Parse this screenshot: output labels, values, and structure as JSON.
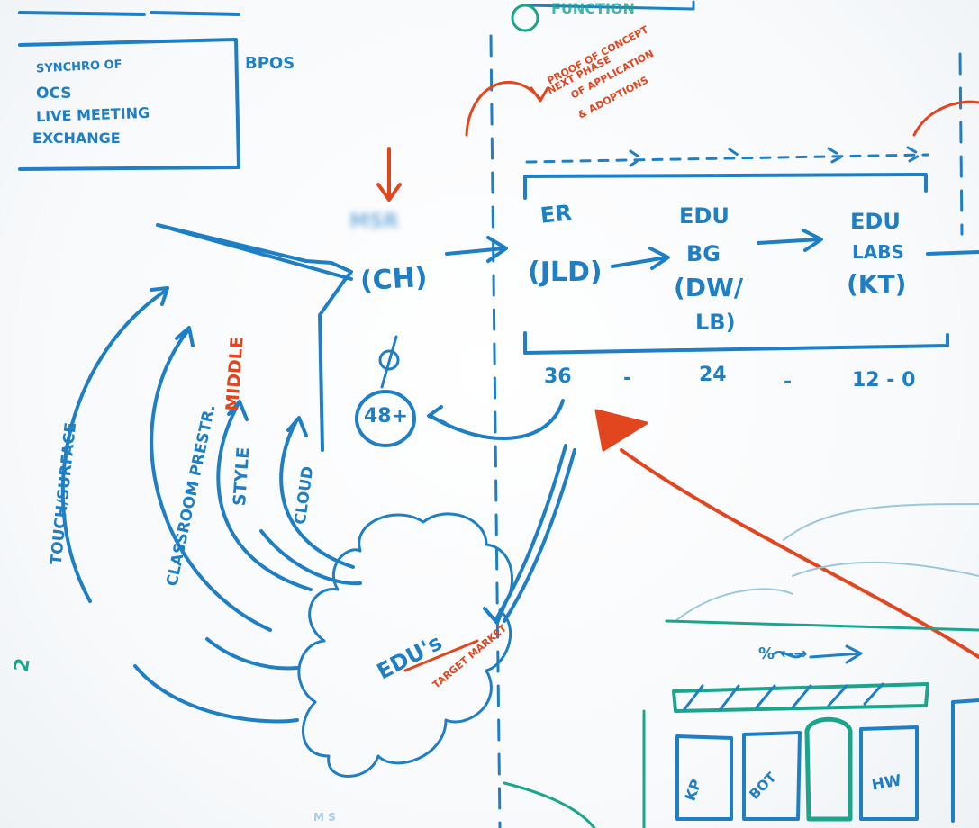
{
  "colors": {
    "blue_marker": "#1f7fc4",
    "red_marker": "#e2461f",
    "green_marker": "#1aa58c",
    "board": "#fbfcfd"
  },
  "header": {
    "top_label": "FUNCTION"
  },
  "notes_box": {
    "lines": [
      "SYNCHRO OF",
      "OCS",
      "LIVE MEETING",
      "EXCHANGE"
    ],
    "side_label": "BPOS"
  },
  "annotation_red_top": {
    "lines": [
      "NEXT PHASE",
      "PROOF OF CONCEPT",
      "OF APPLICATION",
      "& ADOPTIONS"
    ]
  },
  "source_node": {
    "name": "MSR",
    "code": "(CH)",
    "phi": "Ø",
    "count": "48+"
  },
  "pipeline": [
    {
      "top": "ER",
      "code": "(JLD)"
    },
    {
      "top": "EDU",
      "mid": "BG",
      "code": "(DW/",
      "extra": "LB)"
    },
    {
      "top": "EDU",
      "mid": "LABS",
      "code": "(KT)"
    }
  ],
  "timeline": [
    "36",
    "-",
    "24",
    "-",
    "12 - 0"
  ],
  "left_arcs": {
    "labels": [
      "TOUCH/SURFACE",
      "CLASSROOM PRESTR.",
      "STYLE",
      "MIDDLE",
      "CLOUD"
    ]
  },
  "cloud": {
    "label": "EDU's",
    "red_note": "TARGET MARKET"
  },
  "left_edge_mark": "2",
  "bottom_sketch": {
    "labels": [
      "HW",
      "KP",
      "BOT"
    ],
    "top_marks": "%  ←→"
  },
  "bottom_faint": "M S"
}
